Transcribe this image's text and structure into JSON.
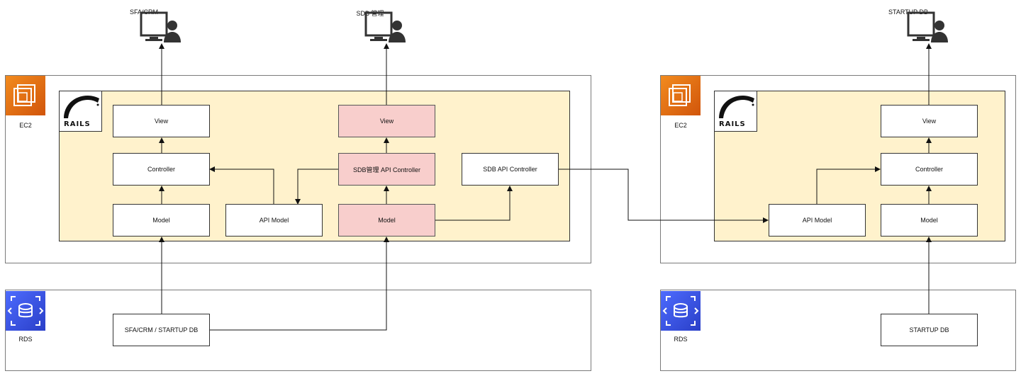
{
  "users": {
    "sfa": "SFA/CRM",
    "sdb": "SDB 管理",
    "startup": "STARTUP DB"
  },
  "left": {
    "ec2_label": "EC2",
    "rds_label": "RDS",
    "view": "View",
    "controller": "Controller",
    "model": "Model",
    "api_model": "API Model",
    "sdb_view": "View",
    "sdb_controller": "SDB管理 API Controller",
    "sdb_model": "Model",
    "sdb_api_controller": "SDB API Controller",
    "db": "SFA/CRM / STARTUP DB",
    "rails_logo_text": "RAILS"
  },
  "right": {
    "ec2_label": "EC2",
    "rds_label": "RDS",
    "view": "View",
    "controller": "Controller",
    "api_model": "API Model",
    "model": "Model",
    "db": "STARTUP DB",
    "rails_logo_text": "RAILS"
  },
  "icons": {
    "ec2": "ec2-chip-icon",
    "rds": "rds-database-icon",
    "rails": "rails-logo-icon",
    "user": "user-computer-icon"
  },
  "colors": {
    "ec2": "#e8710f",
    "rds": "#3b48e0",
    "rails_area": "#fff2cc",
    "highlight": "#f8cecc"
  }
}
